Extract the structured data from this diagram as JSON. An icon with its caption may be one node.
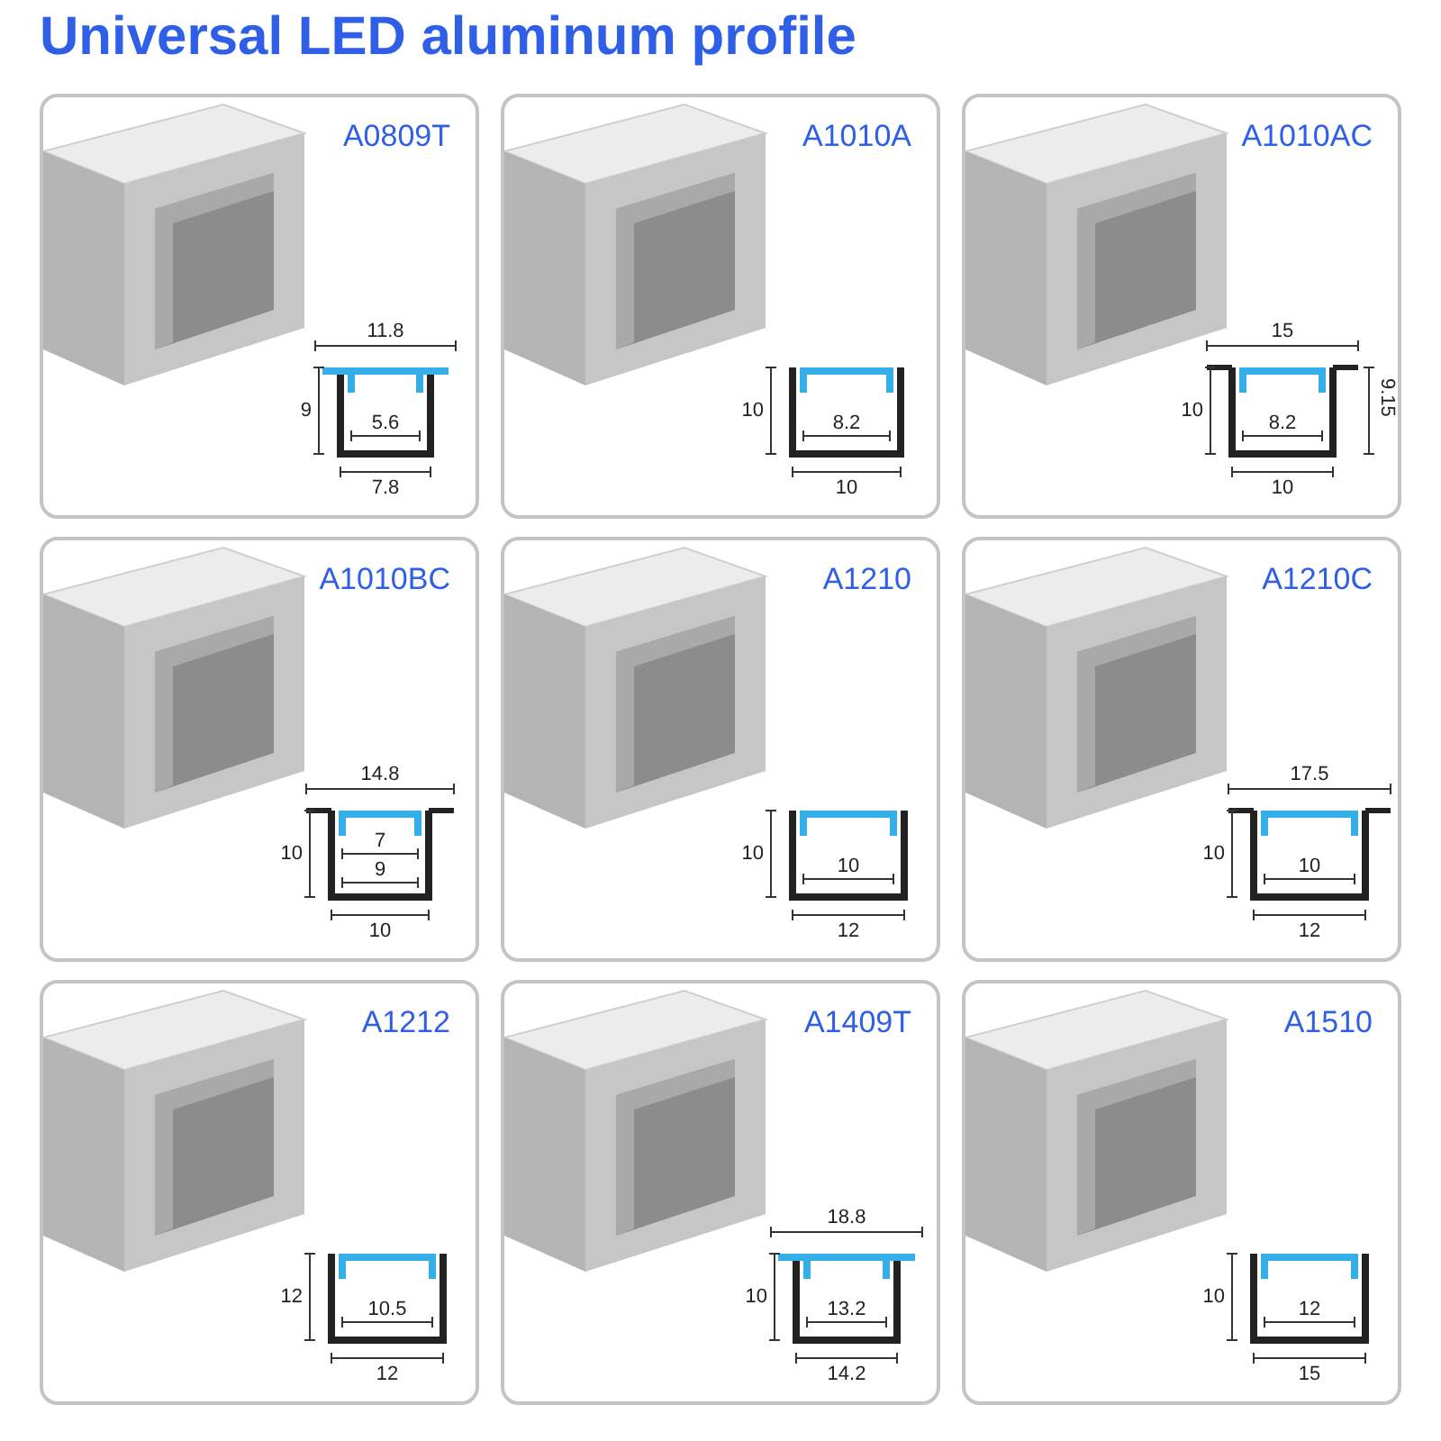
{
  "diagram": {
    "title": "Universal LED aluminum profile",
    "nodes": [
      {
        "text": [
          "A0809T",
          "11.8",
          "9",
          "5.6",
          "7.8"
        ]
      },
      {
        "text": [
          "A1010A",
          "10",
          "8.2",
          "10"
        ]
      },
      {
        "text": [
          "A1010AC",
          "15",
          "10",
          "8.2",
          "9.15",
          "10"
        ]
      },
      {
        "text": [
          "A1010BC",
          "14.8",
          "10",
          "7",
          "9",
          "10"
        ]
      },
      {
        "text": [
          "A1210",
          "10",
          "10",
          "12"
        ]
      },
      {
        "text": [
          "A1210C",
          "17.5",
          "10",
          "10",
          "12"
        ]
      },
      {
        "text": [
          "A1212",
          "12",
          "10.5",
          "12"
        ]
      },
      {
        "text": [
          "A1409T",
          "18.8",
          "10",
          "13.2",
          "14.2"
        ]
      },
      {
        "text": [
          "A1510",
          "10",
          "12",
          "15"
        ]
      }
    ]
  }
}
